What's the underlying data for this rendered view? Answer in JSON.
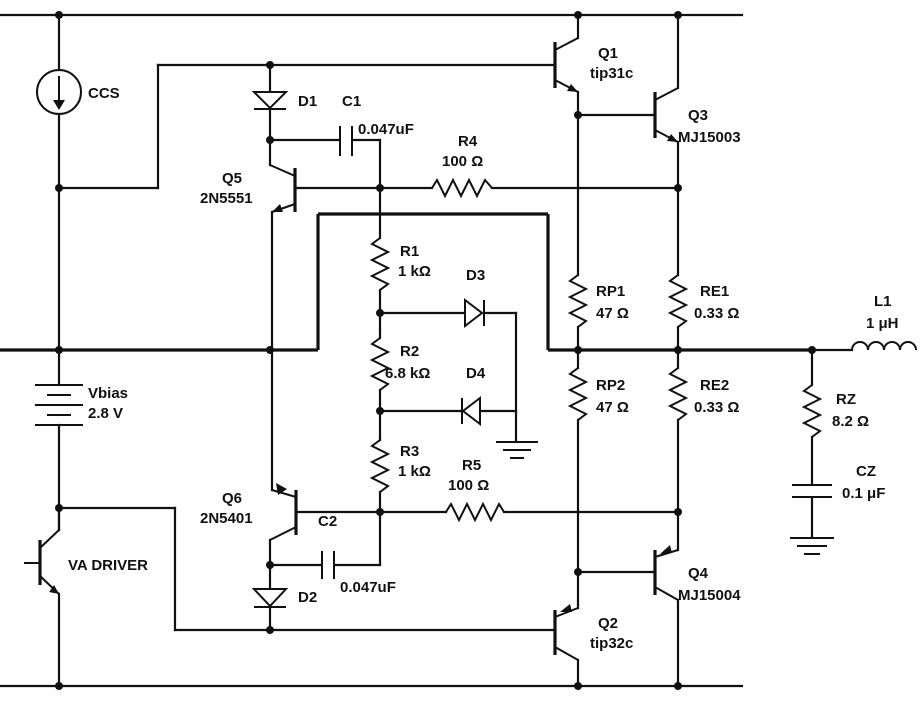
{
  "labels": {
    "ccs": "CCS",
    "q1_name": "Q1",
    "q1_part": "tip31c",
    "q3_name": "Q3",
    "q3_part": "MJ15003",
    "d1": "D1",
    "c1_name": "C1",
    "c1_value": "0.047uF",
    "r4_name": "R4",
    "r4_value": "100 Ω",
    "q5_name": "Q5",
    "q5_part": "2N5551",
    "r1_name": "R1",
    "r1_value": "1 kΩ",
    "d3": "D3",
    "rp1_name": "RP1",
    "rp1_value": "47 Ω",
    "re1_name": "RE1",
    "re1_value": "0.33 Ω",
    "l1_name": "L1",
    "l1_value": "1 μH",
    "r2_name": "R2",
    "r2_value": "6.8 kΩ",
    "d4": "D4",
    "rp2_name": "RP2",
    "rp2_value": "47 Ω",
    "re2_name": "RE2",
    "re2_value": "0.33 Ω",
    "vbias_name": "Vbias",
    "vbias_value": "2.8 V",
    "rz_name": "RZ",
    "rz_value": "8.2 Ω",
    "r3_name": "R3",
    "r3_value": "1 kΩ",
    "r5_name": "R5",
    "r5_value": "100 Ω",
    "cz_name": "CZ",
    "cz_value": "0.1 μF",
    "q6_name": "Q6",
    "q6_part": "2N5401",
    "c2_name": "C2",
    "c2_value": "0.047uF",
    "va_driver": "VA  DRIVER",
    "d2": "D2",
    "q4_name": "Q4",
    "q4_part": "MJ15004",
    "q2_name": "Q2",
    "q2_part": "tip32c"
  }
}
